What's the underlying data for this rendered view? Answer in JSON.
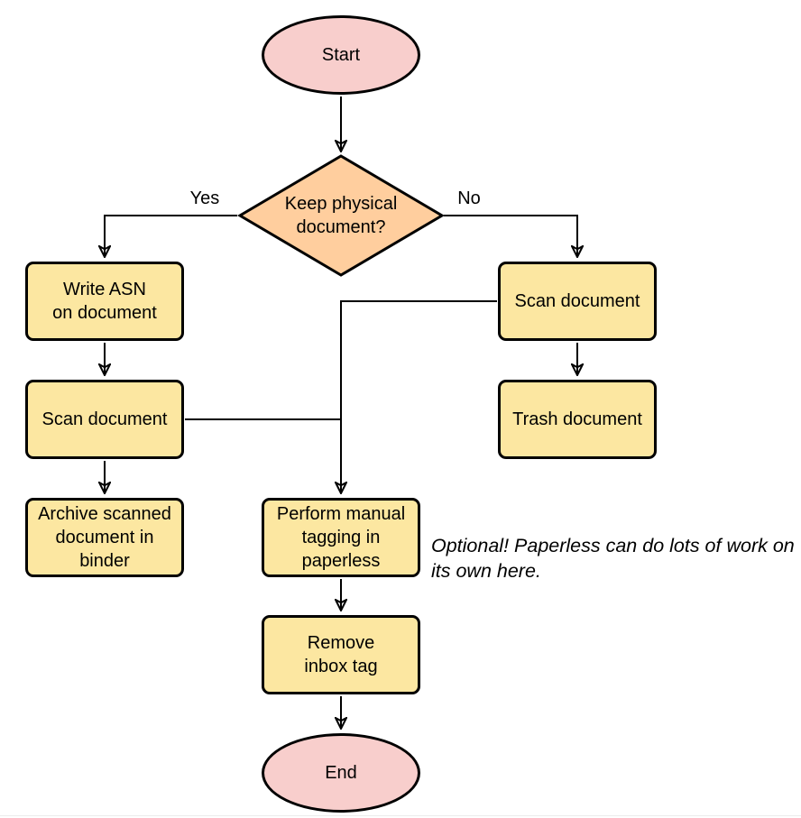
{
  "colors": {
    "canvas_bg": "#ffffff",
    "terminator_fill": "#f8cecc",
    "decision_fill": "#ffce9e",
    "process_fill": "#fce7a1",
    "stroke": "#000000",
    "text": "#000000"
  },
  "nodes": {
    "start": {
      "label": "Start"
    },
    "decision": {
      "label": "Keep physical\ndocument?"
    },
    "write_asn": {
      "label": "Write ASN\non document"
    },
    "scan_left": {
      "label": "Scan document"
    },
    "archive": {
      "label": "Archive scanned\ndocument in\nbinder"
    },
    "scan_right": {
      "label": "Scan document"
    },
    "trash": {
      "label": "Trash document"
    },
    "tagging": {
      "label": "Perform manual\ntagging in\npaperless"
    },
    "remove_inbox": {
      "label": "Remove\ninbox tag"
    },
    "end": {
      "label": "End"
    }
  },
  "edges": {
    "yes_label": "Yes",
    "no_label": "No"
  },
  "annotation": {
    "text": "Optional! Paperless can do lots of work on\nits own here."
  }
}
